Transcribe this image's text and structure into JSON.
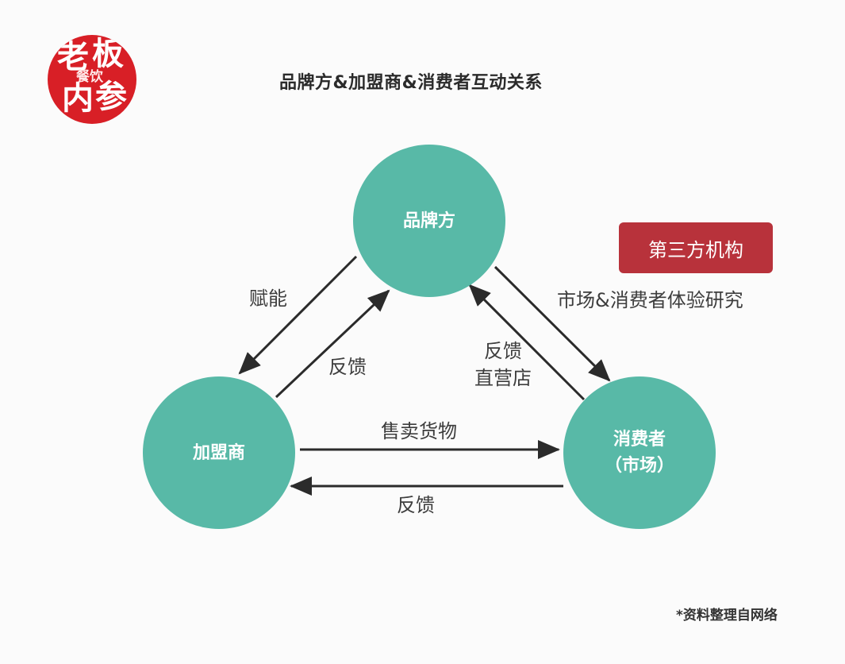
{
  "logo": {
    "char1": "老",
    "char2": "板",
    "char3": "内",
    "char4": "参",
    "small": "餐饮"
  },
  "title": "品牌方&加盟商&消费者互动关系",
  "nodes": {
    "brand": "品牌方",
    "franchisee": "加盟商",
    "consumer_line1": "消费者",
    "consumer_line2": "（市场）"
  },
  "third_party": "第三方机构",
  "labels": {
    "empower": "赋能",
    "feedback_left": "反馈",
    "feedback_right_line1": "反馈",
    "feedback_right_line2": "直营店",
    "market_research": "市场&消费者体验研究",
    "sell_goods": "售卖货物",
    "feedback_bottom": "反馈"
  },
  "footer_source": "*资料整理自网络",
  "colors": {
    "node": "#58b9a7",
    "badge": "#b8323b",
    "logo": "#d81f26",
    "arrow": "#2b2b2b"
  }
}
